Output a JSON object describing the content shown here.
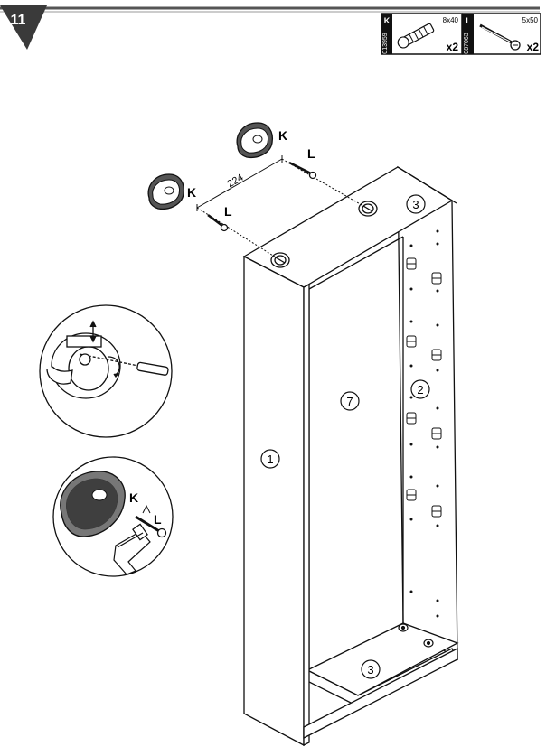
{
  "step": {
    "number": "11"
  },
  "parts": [
    {
      "letter": "K",
      "code": "013959",
      "size": "8x40",
      "qty": "x2",
      "icon": "cam-dowel-icon"
    },
    {
      "letter": "L",
      "code": "087063",
      "size": "5x50",
      "qty": "x2",
      "icon": "screw-icon"
    }
  ],
  "callouts": {
    "k1": "K",
    "k2": "K",
    "l1": "L",
    "l2": "L",
    "detail_k": "K",
    "detail_l": "L"
  },
  "dimension": "224",
  "panels": {
    "p1": "1",
    "p2": "2",
    "p3_top": "3",
    "p3_bottom": "3",
    "p7": "7"
  },
  "colors": {
    "ink": "#111111",
    "header_bar": "#444444",
    "grey_fill": "#bdbdbd"
  }
}
